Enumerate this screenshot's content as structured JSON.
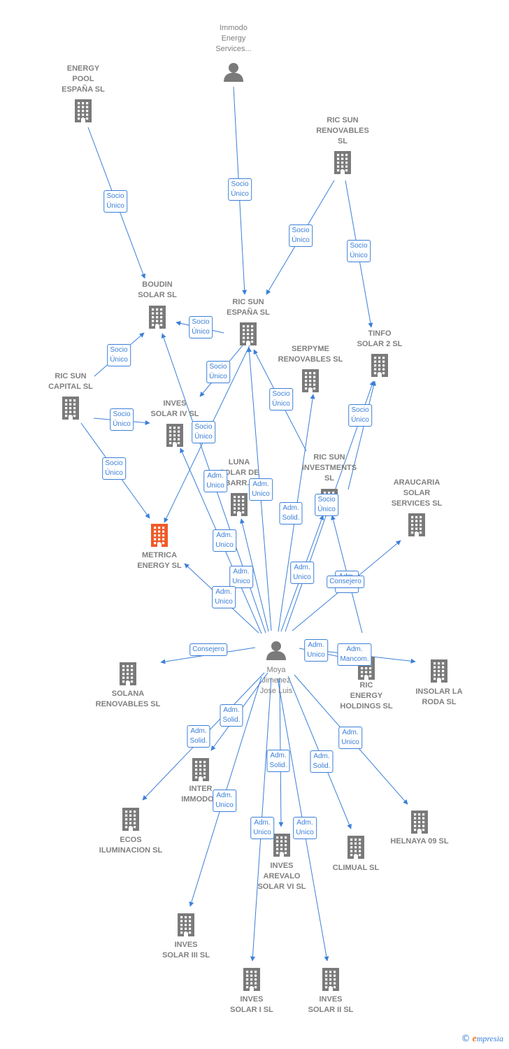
{
  "colors": {
    "edge": "#3b7fd8",
    "node": "#7a7a7a",
    "highlight": "#f05a28"
  },
  "nodes": [
    {
      "id": "immodo",
      "type": "person",
      "label": "Immodo\nEnergy\nServices..."
    },
    {
      "id": "energy_pool",
      "type": "company",
      "label": "ENERGY\nPOOL\nESPAÑA  SL"
    },
    {
      "id": "ric_sun_renov",
      "type": "company",
      "label": "RIC SUN\nRENOVABLES\nSL"
    },
    {
      "id": "boudin",
      "type": "company",
      "label": "BOUDIN\nSOLAR SL"
    },
    {
      "id": "ric_sun_espana",
      "type": "company",
      "label": "RIC SUN\nESPAÑA  SL"
    },
    {
      "id": "tinfo",
      "type": "company",
      "label": "TINFO\nSOLAR 2 SL"
    },
    {
      "id": "serpyme",
      "type": "company",
      "label": "SERPYME\nRENOVABLES SL"
    },
    {
      "id": "ric_sun_capital",
      "type": "company",
      "label": "RIC SUN\nCAPITAL  SL"
    },
    {
      "id": "inves_iv",
      "type": "company",
      "label": "INVES\nSOLAR IV SL"
    },
    {
      "id": "luna",
      "type": "company",
      "label": "LUNA\nSOLAR DE\nBARR..."
    },
    {
      "id": "ric_sun_invest",
      "type": "company",
      "label": "RIC SUN\nINVESTMENTS\nSL"
    },
    {
      "id": "araucaria",
      "type": "company",
      "label": "ARAUCARIA\nSOLAR\nSERVICES SL"
    },
    {
      "id": "metrica",
      "type": "company",
      "highlight": true,
      "label": "METRICA\nENERGY  SL"
    },
    {
      "id": "moya",
      "type": "person",
      "label": "Moya\nJimenez\nJose Luis"
    },
    {
      "id": "solana",
      "type": "company",
      "label": "SOLANA\nRENOVABLES SL"
    },
    {
      "id": "ric_energy",
      "type": "company",
      "label": "RIC\nENERGY\nHOLDINGS  SL"
    },
    {
      "id": "insolar",
      "type": "company",
      "label": "INSOLAR LA\nRODA  SL"
    },
    {
      "id": "inter_immodo",
      "type": "company",
      "label": "INTER\nIMMODO..."
    },
    {
      "id": "ecos",
      "type": "company",
      "label": "ECOS\nILUMINACION SL"
    },
    {
      "id": "helnaya",
      "type": "company",
      "label": "HELNAYA 09 SL"
    },
    {
      "id": "climual",
      "type": "company",
      "label": "CLIMUAL SL"
    },
    {
      "id": "inves_arevalo",
      "type": "company",
      "label": "INVES\nAREVALO\nSOLAR VI SL"
    },
    {
      "id": "inves_iii",
      "type": "company",
      "label": "INVES\nSOLAR III SL"
    },
    {
      "id": "inves_i",
      "type": "company",
      "label": "INVES\nSOLAR I SL"
    },
    {
      "id": "inves_ii",
      "type": "company",
      "label": "INVES\nSOLAR II SL"
    }
  ],
  "edges": [
    {
      "from": "energy_pool",
      "to": "boudin",
      "label": "Socio\nÚnico"
    },
    {
      "from": "immodo",
      "to": "ric_sun_espana",
      "label": "Socio\nÚnico"
    },
    {
      "from": "ric_sun_renov",
      "to": "ric_sun_espana",
      "label": "Socio\nÚnico"
    },
    {
      "from": "ric_sun_renov",
      "to": "tinfo",
      "label": "Socio\nÚnico"
    },
    {
      "from": "ric_sun_espana",
      "to": "boudin",
      "label": "Socio\nÚnico"
    },
    {
      "from": "ric_sun_capital",
      "to": "boudin",
      "label": "Socio\nÚnico"
    },
    {
      "from": "ric_sun_espana",
      "to": "inves_iv",
      "label": "Socio\nÚnico"
    },
    {
      "from": "ric_sun_capital",
      "to": "inves_iv",
      "label": "Socio\nÚnico"
    },
    {
      "from": "ric_sun_espana",
      "to": "metrica",
      "label": "Socio\nÚnico"
    },
    {
      "from": "ric_sun_capital",
      "to": "metrica",
      "label": "Socio\nÚnico"
    },
    {
      "from": "ric_sun_invest",
      "to": "ric_sun_espana",
      "label": "Socio\nÚnico"
    },
    {
      "from": "ric_energy",
      "to": "tinfo",
      "label": "Socio\nÚnico"
    },
    {
      "from": "ric_energy",
      "to": "ric_sun_invest",
      "label": "Socio\nÚnico"
    },
    {
      "from": "moya",
      "to": "ric_sun_espana",
      "label": "Adm.\nUnico"
    },
    {
      "from": "moya",
      "to": "luna",
      "label": "Adm.\nUnico"
    },
    {
      "from": "moya",
      "to": "inves_iv",
      "label": "Adm.\nUnico"
    },
    {
      "from": "moya",
      "to": "boudin",
      "label": "Adm.\nUnico"
    },
    {
      "from": "moya",
      "to": "metrica",
      "label": "Adm.\nUnico"
    },
    {
      "from": "moya",
      "to": "serpyme",
      "label": "Adm.\nSolid."
    },
    {
      "from": "moya",
      "to": "ric_sun_invest",
      "label": "Adm.\nUnico"
    },
    {
      "from": "moya",
      "to": "tinfo",
      "label": "Adm.\nUnico"
    },
    {
      "from": "moya",
      "to": "araucaria",
      "label": "Consejero"
    },
    {
      "from": "moya",
      "to": "solana",
      "label": "Consejero"
    },
    {
      "from": "moya",
      "to": "ric_energy",
      "label": "Adm.\nUnico"
    },
    {
      "from": "moya",
      "to": "insolar",
      "label": "Adm.\nMancom."
    },
    {
      "from": "moya",
      "to": "inter_immodo",
      "label": "Adm.\nSolid."
    },
    {
      "from": "moya",
      "to": "ecos",
      "label": "Adm.\nSolid."
    },
    {
      "from": "moya",
      "to": "helnaya",
      "label": "Adm.\nUnico"
    },
    {
      "from": "moya",
      "to": "climual",
      "label": "Adm.\nSolid."
    },
    {
      "from": "moya",
      "to": "inves_arevalo",
      "label": "Adm.\nSolid."
    },
    {
      "from": "moya",
      "to": "inves_iii",
      "label": "Adm.\nUnico"
    },
    {
      "from": "moya",
      "to": "inves_i",
      "label": "Adm.\nUnico"
    },
    {
      "from": "moya",
      "to": "inves_ii",
      "label": "Adm.\nUnico"
    }
  ],
  "footer": {
    "copyright": "©",
    "brand_initial": "e",
    "brand_rest": "mpresia"
  }
}
